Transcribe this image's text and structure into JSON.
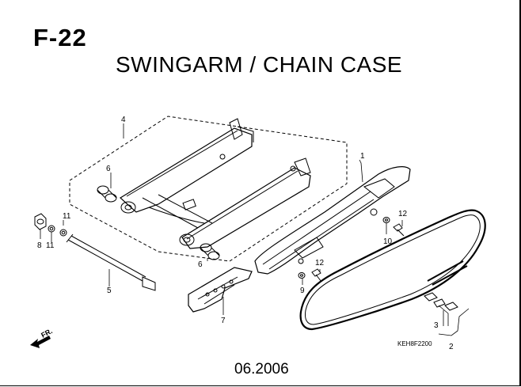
{
  "header": {
    "figure_code": "F-22",
    "title": "SWINGARM / CHAIN CASE"
  },
  "footer": {
    "date": "06.2006",
    "reference_code": "KEH8F2200"
  },
  "direction_label": "FR.",
  "callouts": {
    "c1": "1",
    "c2": "2",
    "c3": "3",
    "c4": "4",
    "c5": "5",
    "c6a": "6",
    "c6b": "6",
    "c7": "7",
    "c8": "8",
    "c9": "9",
    "c10": "10",
    "c11a": "11",
    "c11b": "11",
    "c12a": "12",
    "c12b": "12"
  }
}
